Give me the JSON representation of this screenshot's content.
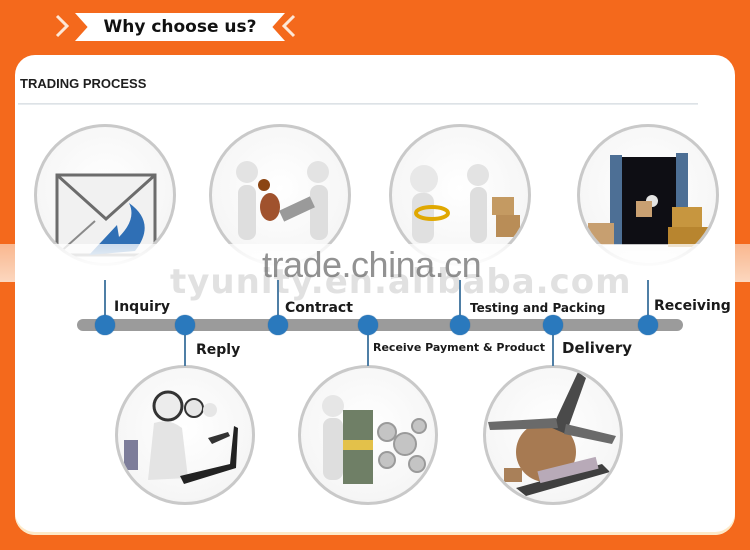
{
  "header": {
    "banner_text": "Why choose us?",
    "accent_color": "#f4691c"
  },
  "section": {
    "title": "TRADING PROCESS"
  },
  "watermarks": {
    "primary": "trade.china.cn",
    "secondary": "tyunity.en.alibaba.com"
  },
  "timeline": {
    "bar_color": "#9b9b9b",
    "dot_color": "#2a79bd",
    "steps": [
      {
        "order": 1,
        "label": "Inquiry",
        "position": "top",
        "illustration": "envelope-reply-icon"
      },
      {
        "order": 2,
        "label": "Reply",
        "position": "bottom",
        "illustration": "call-center-operators-icon"
      },
      {
        "order": 3,
        "label": "Contract",
        "position": "top",
        "illustration": "handshake-stamp-contract-icon"
      },
      {
        "order": 4,
        "label": "Receive Payment & Product",
        "position": "bottom",
        "illustration": "money-and-gears-icon"
      },
      {
        "order": 5,
        "label": "Testing and Packing",
        "position": "top",
        "illustration": "magnifier-and-boxes-icon"
      },
      {
        "order": 6,
        "label": "Delivery",
        "position": "bottom",
        "illustration": "airplane-globe-ship-icon"
      },
      {
        "order": 7,
        "label": "Receiving",
        "position": "top",
        "illustration": "shipping-container-boxes-icon"
      }
    ]
  }
}
